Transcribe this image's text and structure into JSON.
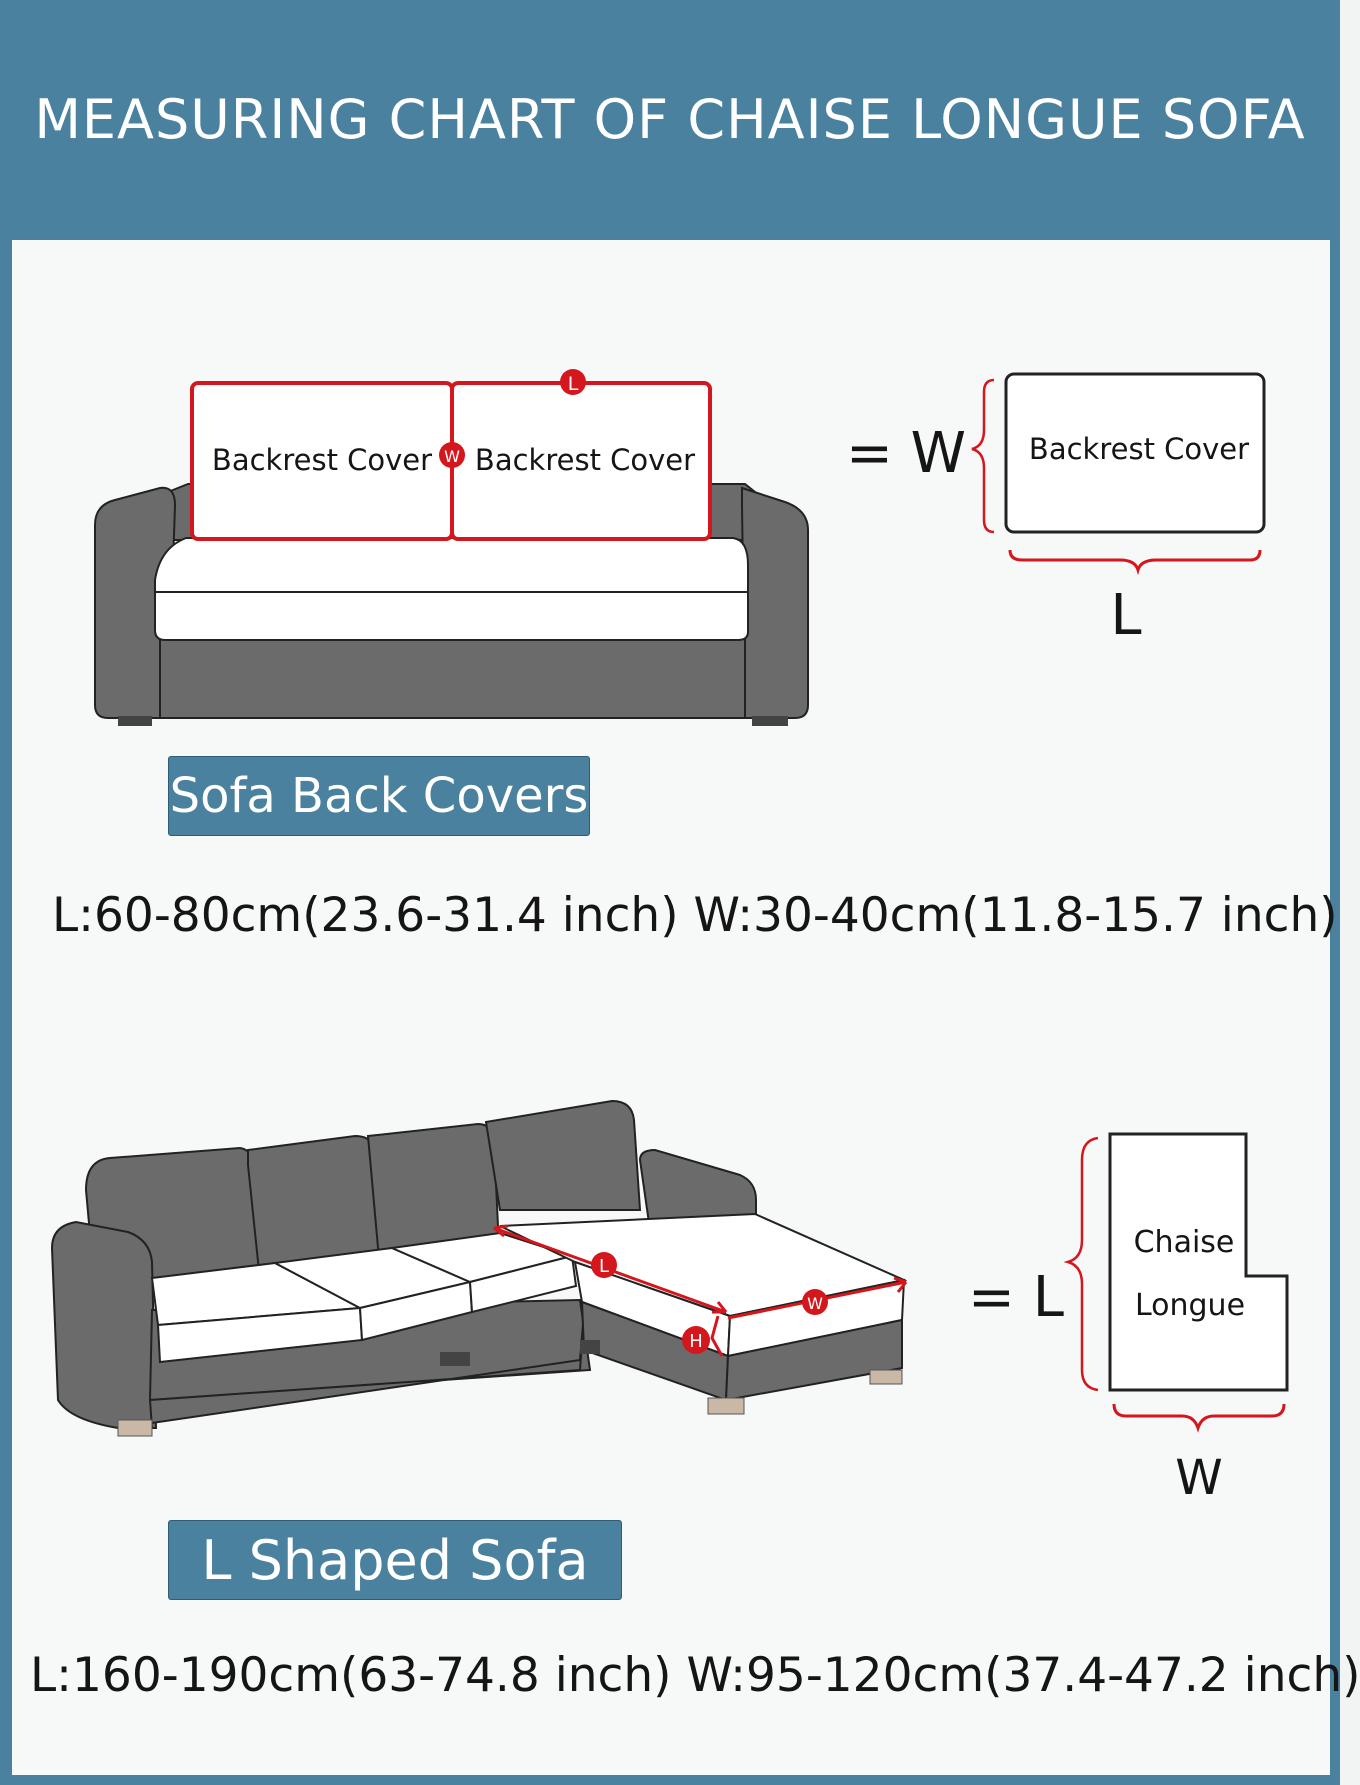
{
  "title": "MEASURING CHART OF CHAISE LONGUE SOFA",
  "colors": {
    "header_bg": "#4a819f",
    "panel_bg": "#f7f8f8",
    "accent_red": "#d4161d",
    "sofa_gray": "#6a6a6a"
  },
  "sofa_back": {
    "cushion_left_label": "Backrest Cover",
    "cushion_right_label": "Backrest Cover",
    "marker_l": "L",
    "marker_w": "W",
    "equals_label": "= W",
    "detail_label": "Backrest Cover",
    "detail_bottom_label": "L",
    "section_label": "Sofa Back Covers",
    "dimensions": "L:60-80cm(23.6-31.4 inch)  W:30-40cm(11.8-15.7 inch)"
  },
  "l_sofa": {
    "marker_l": "L",
    "marker_w": "W",
    "marker_h": "H",
    "equals_label": "= L",
    "detail_label_line1": "Chaise",
    "detail_label_line2": "Longue",
    "detail_bottom_label": "W",
    "section_label": "L Shaped Sofa",
    "dimensions": "L:160-190cm(63-74.8 inch)  W:95-120cm(37.4-47.2 inch)"
  }
}
